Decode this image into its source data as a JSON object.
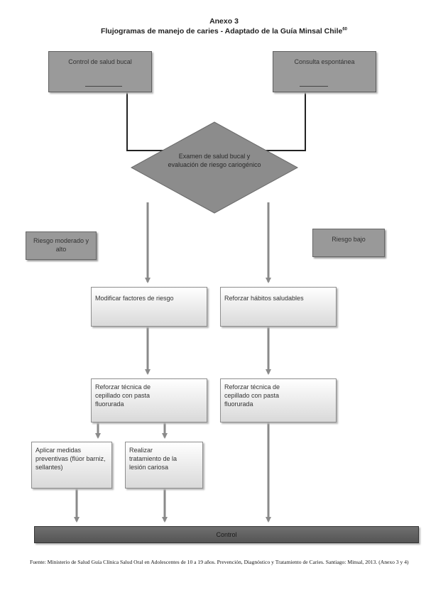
{
  "title": {
    "line1": "Anexo 3",
    "line2": "Flujogramas de manejo de caries - Adaptado de la Guía Minsal Chile",
    "line2_sup": "60"
  },
  "nodes": {
    "control_salud_bucal": "Control de salud bucal",
    "consulta_espontanea": "Consulta espontánea",
    "examen": "Examen de salud bucal y evaluación de riesgo cariogénico",
    "riesgo_moderado_alto": "Riesgo moderado y alto",
    "riesgo_bajo": "Riesgo bajo",
    "modificar_factores": "Modificar factores de riesgo",
    "reforzar_habitos": "Reforzar hábitos saludables",
    "reforzar_tecnica_left": "Reforzar técnica de cepillado con pasta fluorurada",
    "reforzar_tecnica_right": "Reforzar técnica de cepillado con pasta fluorurada",
    "aplicar_medidas": "Aplicar medidas preventivas (flúor barniz, sellantes)",
    "realizar_tratamiento": "Realizar tratamiento de la lesión cariosa",
    "control": "Control"
  },
  "source": "Fuente: Ministerio de Salud Guía Clínica Salud Oral en Adolescentes de 10 a 19 años. Prevención, Diagnóstico y Tratamiento de Caries. Santiago: Minsal, 2013. (Anexo 3 y 4)"
}
